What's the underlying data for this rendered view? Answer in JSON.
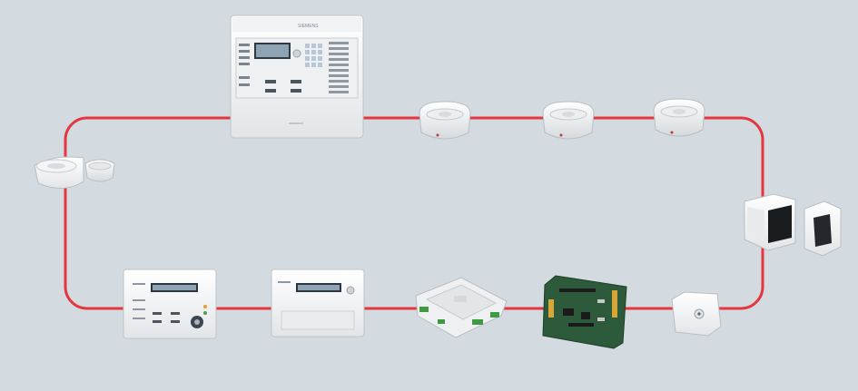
{
  "diagram": {
    "loop_color": "#e5353f",
    "background": "#d3dbe1",
    "nodes": [
      {
        "id": "fire-control-panel",
        "icon": "fire-control-panel-icon",
        "brand": "SIEMENS"
      },
      {
        "id": "smoke-detector-1",
        "icon": "smoke-detector-icon"
      },
      {
        "id": "smoke-detector-2",
        "icon": "smoke-detector-icon"
      },
      {
        "id": "smoke-detector-3",
        "icon": "smoke-detector-icon"
      },
      {
        "id": "beam-detector",
        "icon": "beam-detector-icon"
      },
      {
        "id": "beam-reflector",
        "icon": "reflector-icon"
      },
      {
        "id": "manual-call-point",
        "icon": "manual-call-point-icon"
      },
      {
        "id": "interface-board",
        "icon": "circuit-board-icon"
      },
      {
        "id": "input-output-module",
        "icon": "io-module-icon"
      },
      {
        "id": "repeater-panel-2",
        "icon": "repeater-panel-icon"
      },
      {
        "id": "repeater-panel-1",
        "icon": "repeater-panel-icon"
      },
      {
        "id": "detector-base",
        "icon": "detector-base-icon"
      }
    ]
  }
}
